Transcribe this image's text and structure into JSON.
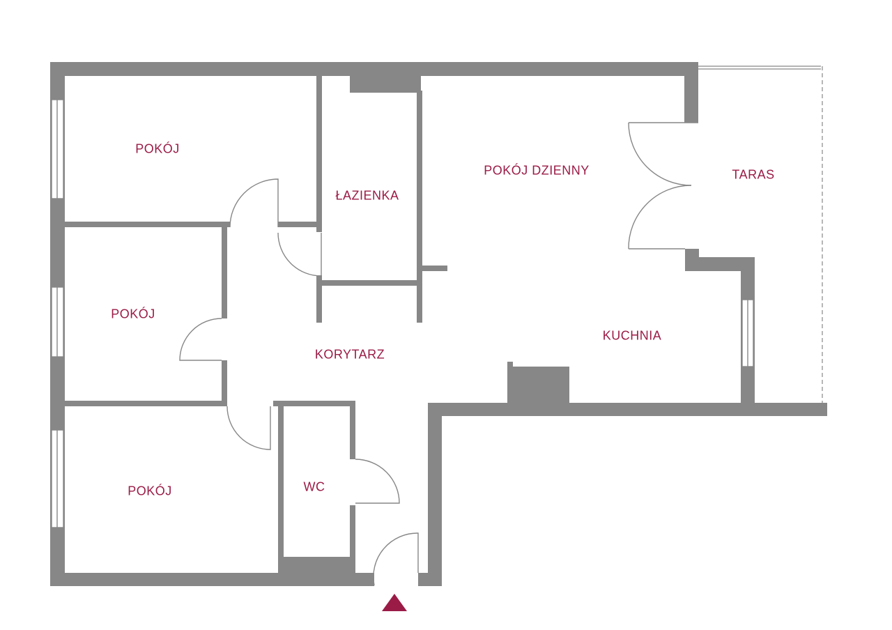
{
  "colors": {
    "wall": "#878787",
    "label": "#9b1b47",
    "entrance_marker": "#9b1b47",
    "background": "#ffffff"
  },
  "rooms": {
    "pokoj_top": "POKÓJ",
    "pokoj_middle": "POKÓJ",
    "pokoj_bottom": "POKÓJ",
    "lazienka": "ŁAZIENKA",
    "pokoj_dzienny": "POKÓJ DZIENNY",
    "taras": "TARAS",
    "korytarz": "KORYTARZ",
    "kuchnia": "KUCHNIA",
    "wc": "WC"
  },
  "entrance": {
    "icon": "entrance-triangle-icon"
  }
}
